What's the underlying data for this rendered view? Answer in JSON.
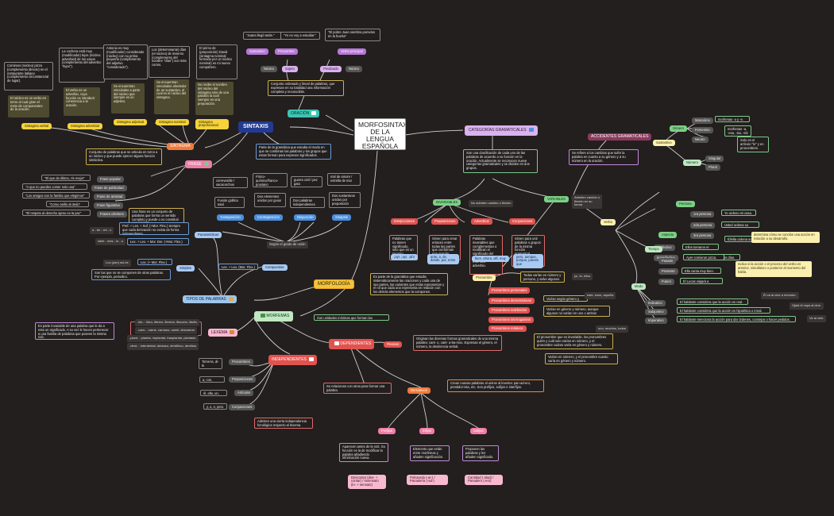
{
  "center": "MORFOSINTAXIS DE LA LENGUA ESPAÑOLA",
  "sintaxis": {
    "title": "SINTAXIS",
    "desc": "Parte de la gramática que estudia el modo en que se combinan las palabras y los grupos que estas forman para expresar significados.",
    "oracion": {
      "title": "ORACIÓN",
      "desc": "Conjunto ordenado y lineal de palabras, que expresan en su totalidad una información completa y reconocible.",
      "sujeto": "Sujeto",
      "predicado": "Predicado",
      "nucleo": "Núcleo",
      "sustantivo": "Sustantivo",
      "pronombre": "Pronombre",
      "verbo_principal": "Verbo principal",
      "q1": "\"Juana llegó tarde.\"",
      "q2": "\"Yo no voy a estudiar.\"",
      "q3": "\"El pobre Juan siembra pomelos en la huerta\""
    },
    "sintagma": {
      "title": "SINTAGMA",
      "desc": "Conjunto de palabras que se articula en torno a un núcleo y que puede ejercer alguna función sintáctica.",
      "tipos": [
        "Sintagma verbal",
        "Sintagma adverbial",
        "Sintagma adjetival",
        "Sintagma nominal",
        "Sintagma preposicional"
      ],
      "desc_tipos": [
        "El núcleo es un verbo en torno al cual giran el resto de componentes de la oración.",
        "El verbo es un adverbio, cuya función es introducir coherencia a la oración.",
        "Se encuentran vinculadas a parte del núcleo que siempre es un adjetivo.",
        "Se encuentran vinculados alrededor de un sustantivo, el cual es el núcleo del sintagma.",
        "No recibe el nombre del núcleo del sintagma sino de una palabra la cual siempre es una preposición."
      ],
      "ejemplos": [
        "Comimos (núcleo) pizza (complemento directo) en el restaurante italiano (complemento circunstancial de lugar).",
        "La cochera está muy (modificador) lejos (núcleo: adverbial) de los vasos (complemento del adverbio \"lejos\").",
        "Antonio es muy (modificador) considerado (núcleo) con su prima pequeña (complemento del adjetivo \"considerado\").",
        "Los (determinante) días (el núcleo) de invierno (complemento del nombre \"días\") son más cortos.",
        "El primo de (preposición) David (sintagma nominal formado por un núcleo nominal) es mi nuevo compañero."
      ]
    },
    "frase": {
      "title": "FRASE",
      "desc": "Una frase es un conjunto de palabras que forma un sentido completo y puede o no constituir una oración.",
      "tipos": [
        "Frase popular",
        "Frase de publicidad",
        "Frase de amistad",
        "Frase figurativa",
        "Frases célebres"
      ],
      "ejemplos": [
        "\"El que da último, ríe mejor\"",
        "\"A que no puedes comer solo una\"",
        "\"Los amigos son la familia que elegimos\"",
        "\"Como anillo al dedo\"",
        "\"El respeto al derecho ajeno es la paz\""
      ]
    },
    "union": {
      "title": "Según el grado de unión",
      "tipos": [
        "Yuxtaposición",
        "Contraposición",
        "Disyunción",
        "Sinapsis"
      ],
      "desc": [
        "Fusión gráfica total",
        "Dos elementos unidos por guion",
        "Dos palabras independientes",
        "Dos sustantivos unidos por preposición"
      ],
      "ej": [
        "correveidile / sacacorchos",
        "Físico-químico/franco-prusiano",
        "guarra civil / pez gato",
        "mal de amore / estrella de mar"
      ]
    }
  },
  "tipos_palabras": {
    "title": "TIPOS DE PALABRAS",
    "parasinteticas": "Parasintéticas",
    "para_formulas": [
      "Pref. + Lex. + Suf. (+Mor. Flex.) siempre que cada derivación no exista de forma independiente.",
      "a - ter - ed - o",
      "Lex. + Lex. + Mor. Der. (+Mor. Flex.)",
      "siete - mes - in - o"
    ],
    "compuestas": "Compuestas",
    "comp_formula": "Lex. + Lex. (Mor. Flex.)",
    "simples": "Simples",
    "simp_formula": "Lex. (+ Mor. Flex.)",
    "simp_ej": "Luz (pan) sol-es",
    "simp_desc": "Son las que no se componen de otras palabras. Por ejemplo, periodico."
  },
  "morfologia": {
    "title": "MORFOLOGÍA",
    "desc": "Es parte de la gramática que estudia sistemáticamente las oraciones y cada una de sus partes, las variantes que estas representan y el rol que cada una representa en relación con los demás elementos que la componen."
  },
  "morfemas": {
    "title": "MORFEMAS",
    "desc": "Son unidades mínimas que forman las palabras.",
    "lexema": {
      "title": "LEXEMA",
      "desc": "Es parte invariable de una palabra que le da a esta un significado. A su vez le hacen pertenecer a una familia de palabras que poseen la misma raíz.",
      "ej": [
        "-libr- : libro, librero, librería, librucho, librillo",
        "-carn- : carne, carnoso, carnil, descarnar",
        "-plant- : plantar, implantar, trasplantar, plantado",
        "-dent- : interdental, dentazo, dentífrico, dentista"
      ]
    },
    "independientes": {
      "title": "INDEPENDIENTES",
      "desc": "Admiten una cierta independencia fonológica respecto al lexema.",
      "tipos": [
        "Pronombres",
        "Preposiciones",
        "Artículos",
        "Conjunciones"
      ],
      "ej": [
        "Tome-la, di-le",
        "a, con, contra",
        "él, ella, un, una",
        "y, o, e, pero"
      ]
    },
    "dependientes": {
      "title": "DEPENDIENTES",
      "desc": "Se relacionan con otros para formar una palabra.",
      "flexivos": "Flexivos",
      "flex_desc": "Originan las diversas formas gramaticales de una misma palabra: cant- o, cant- a-ba-mos. Expresan el género, el número, la desinencia verbal.",
      "derivativos": "Derivativos",
      "deriv_desc": "Crean nuevas palabras al unirse al lexema: pan-ad-ero, prestidor-ista, etc. Son prefijos, sufijos e interfijos.",
      "tipos": [
        "Prefijos",
        "Infijos",
        "Sufijos"
      ],
      "desc_tipos": [
        "Aparecen antes de la raíz. Su función es la de modificar la palabra añadiendo información nueva.",
        "Elemento que están entre morfemas y añaden significación.",
        "Proponen las palabras y les añaden significado."
      ],
      "ej": [
        "Descontar (des- + contar) / Insensato (in- + sensato)",
        "Polvareda (-ar-) / Panadería (-ad-)",
        "Cantidad (-idad) / Panadero (-ero)"
      ]
    }
  },
  "categorias": {
    "title": "CATEGORÍAS GRAMATICALES",
    "desc": "Son una clasificación de cada uno de las palabras de acuerdo a su función en la oración. Actualmente se reconocen nueve categorías gramaticales y se dividen en dos grupos.",
    "invariables": "INVARIABLES",
    "inv_desc": "No admiten cambio o flexión",
    "tipos_inv": [
      "Interjecciones",
      "Preposiciones",
      "Adverbios",
      "Conjunciones"
    ],
    "desc_inv": [
      "Palabras que no tienen significado, sino que es un recurso expresivo.",
      "Sirven para crear enlaces entre todas las partes que conforman una oración.",
      "Palabras invariables que complementan o modifican el significado del verbo, del adjetivo o de otro adverbio.",
      "Sirven para unir palabras o grupos de la misma función gramatical."
    ],
    "ej_inv": [
      "¡ay!, ¡uy!, ¡ah!",
      "ante, a, de, desde, por, entre",
      "bien, ahora, allí, muy",
      "pero, aunque, porque, puesto que"
    ],
    "variables": "VARIABLES",
    "var_desc": "Admiten cambio o flexión en su forma",
    "pronombres": {
      "title": "Pronombre",
      "desc": "Todas varían en número y persona, y salvo algunos en género.",
      "tipos": [
        "Pronombres personales",
        "Pronombres demostrativos",
        "Pronombres indefinidos",
        "Pronombres interrogativos",
        "Pronombres relativos"
      ],
      "ej": [
        "yo, tú, ellos",
        "Varían según género y número",
        "este, esos, aquella",
        "Varían en género y número, aunque algunos no varían en uno o ambos accidentes.",
        "uno, muchos, todos"
      ],
      "desc2": "El pronombre que es invariable, los pronombres quién y cuál solo varían en número, y el pronombre cuánto varía en género y número.",
      "desc3": "Varían en número, y el pronombre cuanto varía en género y número."
    }
  },
  "accidentes": {
    "title": "ACCIDENTES GRAMATICALES",
    "desc": "Se refiere a los cambios que sufre la palabra en cuanto a su género y a su número en la oración.",
    "sustantivo": "Sustantivo",
    "genero": "Género",
    "numero": "Número",
    "gen_tipos": [
      "Masculino",
      "Femenino",
      "Neutro"
    ],
    "gen_ej": [
      "morfemas -o y -e.",
      "morfemas -a, -esa, -isa, -triz o -ina.",
      "Solo en el artículo \"lo\" y en pronombres."
    ],
    "num_tipos": [
      "Singular",
      "Plural"
    ],
    "verbo": "Verbo",
    "persona": "Persona",
    "personas": [
      "1ra persona",
      "2da persona",
      "3ra persona"
    ],
    "persona_ej": [
      "Yo ordeno mi casa.",
      "Usted ordena su casa.",
      "Él/ella ordena su casa."
    ],
    "aspecto": "Aspecto",
    "perfectivo": "Perfectivo",
    "imperfectivo": "Imperfectivo",
    "aspecto_ej": [
      "Ellos tomaron el tren.",
      "Ana come fruta todos los días."
    ],
    "aspecto_desc": "determina cómo se concibe una acción en relación a su desarrollo.",
    "tiempo": "Tiempo",
    "tiempos": [
      "Pasado",
      "Presente",
      "Futuro"
    ],
    "tiempo_ej": [
      "Ayer comieron pizza.",
      "Ella canta muy bien.",
      "Él Lucas viajará a Madrid."
    ],
    "tiempo_desc": "Indica si la acción o el proceso del verbo es anterior, simultáneo o posterior al momento del habla.",
    "modo": "Modo",
    "modos": [
      "Indicativo",
      "Subjuntivo",
      "Imperativo"
    ],
    "modo_desc": [
      "El hablante considera que la acción es real.",
      "El hablante considera que la acción es hipotética o irreal.",
      "El hablante menciona la acción para dar órdenes, consejos o hacer pedidos."
    ],
    "modo_ej": [
      "Él va al cine a menudo.",
      "Ojalá él vaya al cine.",
      "Ve al cine."
    ]
  }
}
